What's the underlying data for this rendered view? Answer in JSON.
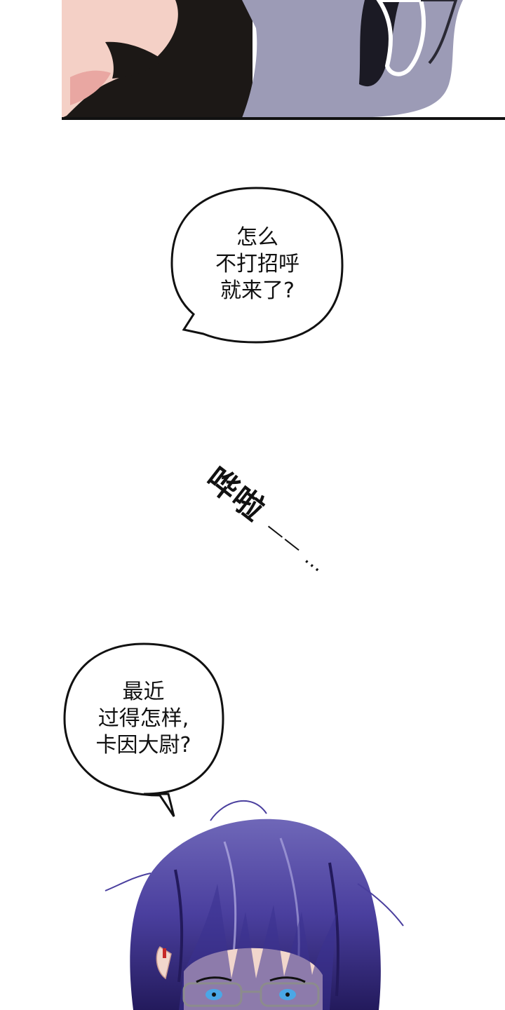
{
  "bubble_1": {
    "lines": [
      "怎么",
      "不打招呼",
      "就来了?"
    ]
  },
  "sound_effect": {
    "text": "哗啦",
    "trail": "—— …"
  },
  "bubble_2": {
    "lines": [
      "最近",
      "过得怎样,",
      "卡因大尉?"
    ]
  },
  "colors": {
    "hair": "#4a3f9e",
    "hair_dark": "#231a5c",
    "coat": "#9a99b3",
    "skin": "#f1c9bf",
    "outline": "#111111"
  }
}
